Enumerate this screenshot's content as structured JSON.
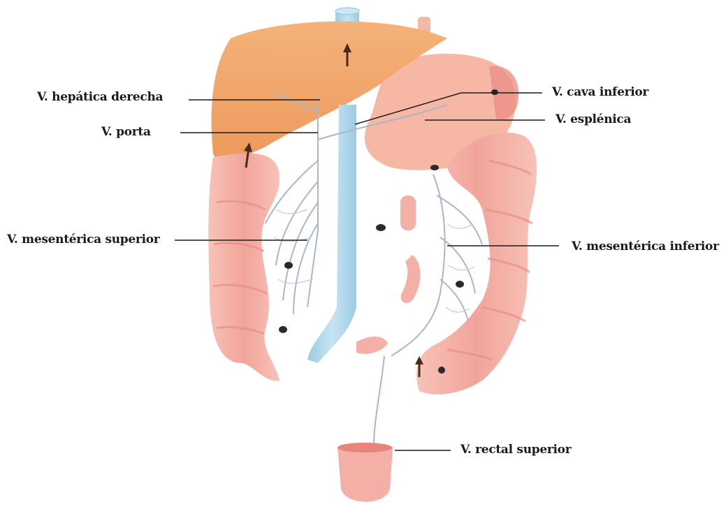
{
  "labels": {
    "hepatica_derecha": "V. hepática derecha",
    "porta": "V. porta",
    "mesenterica_superior": "V. mesentérica superior",
    "cava_inferior": "V. cava inferior",
    "esplenica": "V. esplénica",
    "mesenterica_inferior": "V. mesentérica inferior",
    "rectal_superior": "V. rectal superior"
  },
  "colors": {
    "liver": "#f2a66b",
    "stomach": "#f6b8a4",
    "colon": "#f4b0a6",
    "vena_cava": "#a9d4ea",
    "vein_branches": "#aeb8cc",
    "leader_line": "#1a1a1a",
    "flow_arrow": "#4a2a1a",
    "label_text": "#1a1a1a"
  }
}
